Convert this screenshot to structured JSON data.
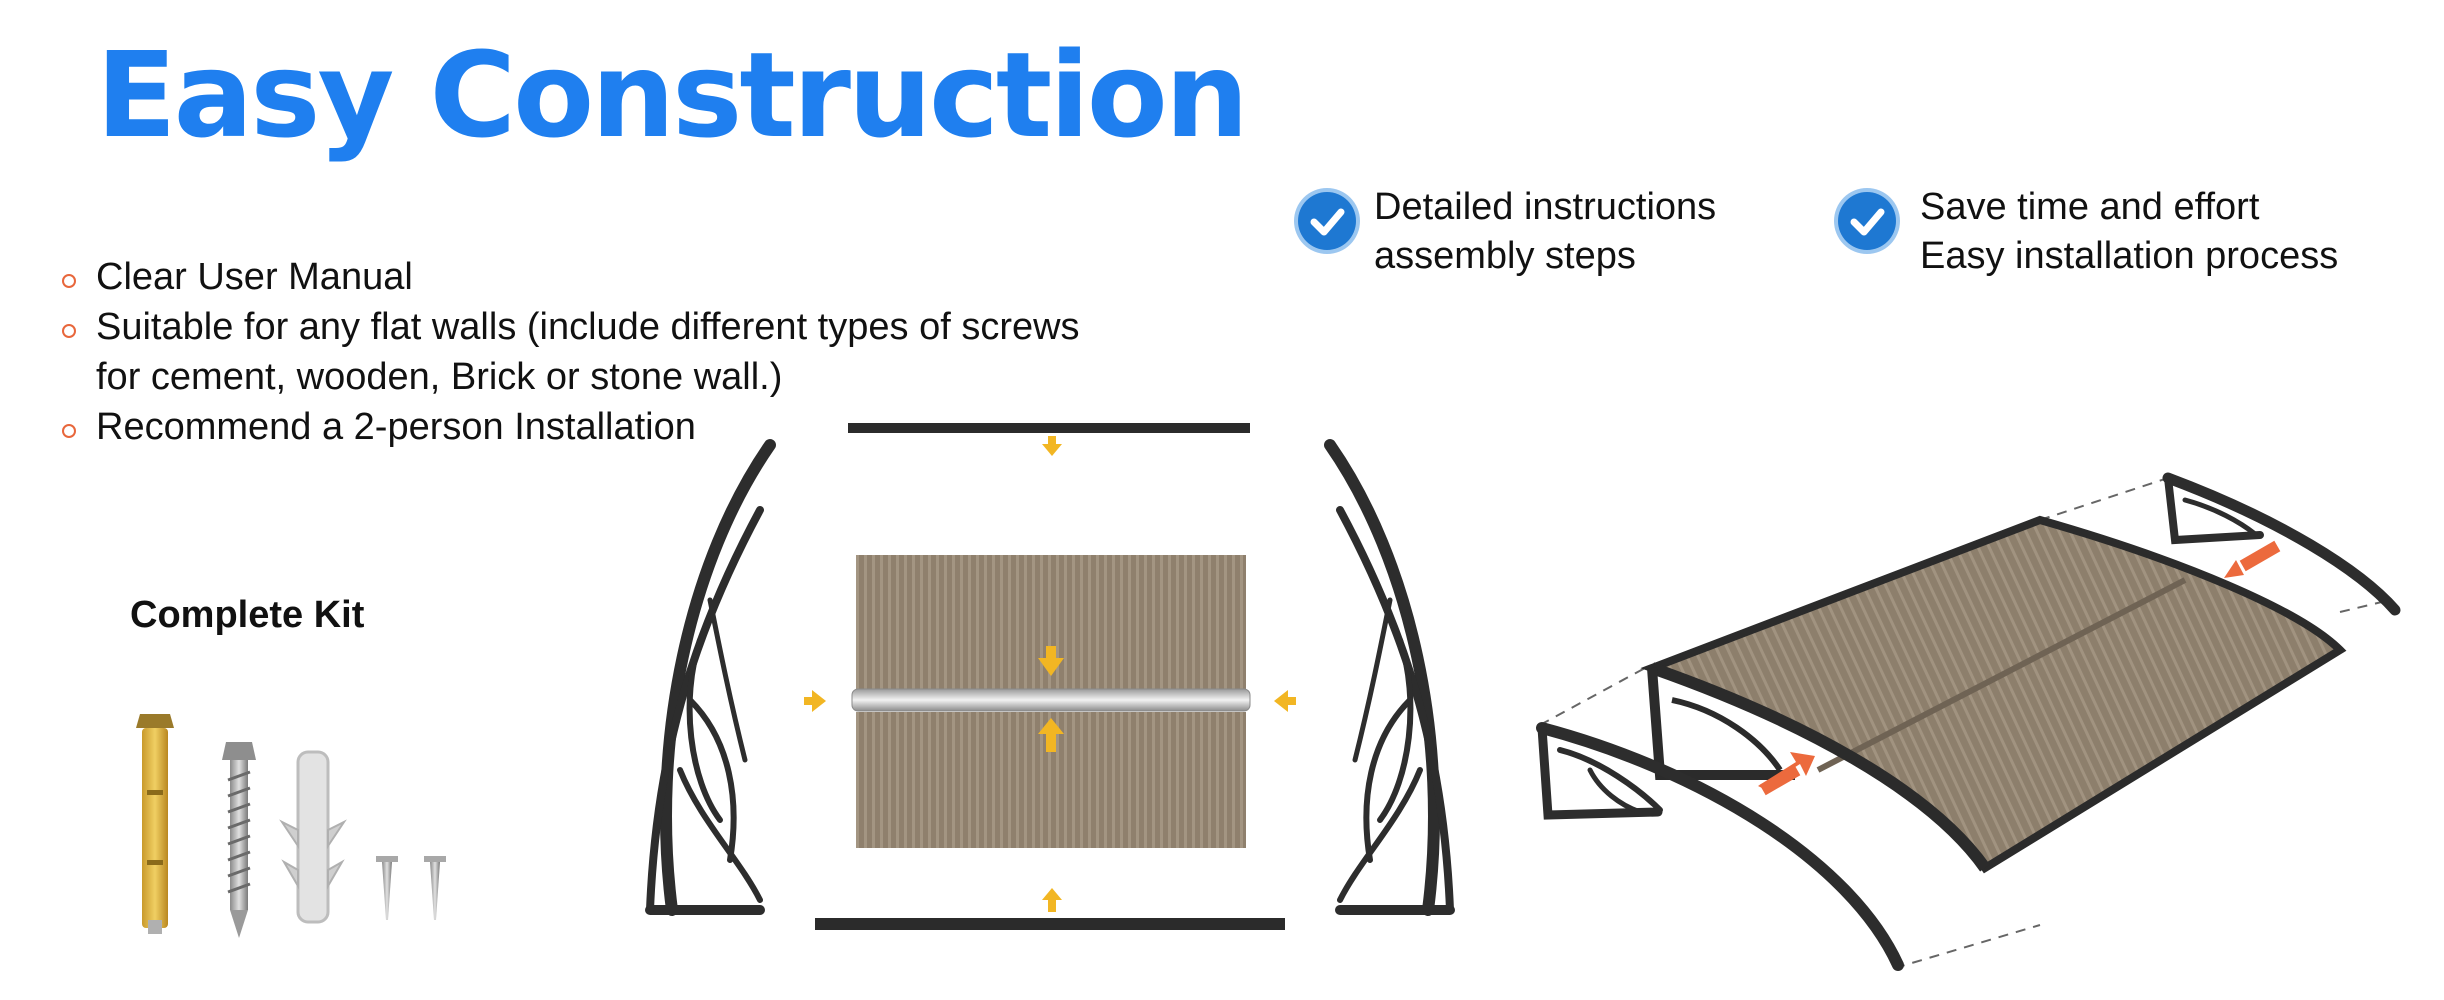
{
  "title": "Easy Construction",
  "bullets": [
    "Clear User Manual",
    "Suitable for any flat walls (include different types of screws",
    "for cement, wooden, Brick or stone wall.)",
    "Recommend a 2-person Installation"
  ],
  "features": [
    {
      "line1": "Detailed instructions",
      "line2": "assembly steps"
    },
    {
      "line1": "Save time and effort",
      "line2": "Easy installation process"
    }
  ],
  "kit_title": "Complete Kit",
  "colors": {
    "title": "#1f7fef",
    "bullet_marker": "#e8673c",
    "check_icon": "#1e78d2",
    "arrow_yellow": "#f2b623",
    "arrow_orange": "#ec6a3d",
    "panel": "#8f806d",
    "frame": "#2b2b2b"
  }
}
